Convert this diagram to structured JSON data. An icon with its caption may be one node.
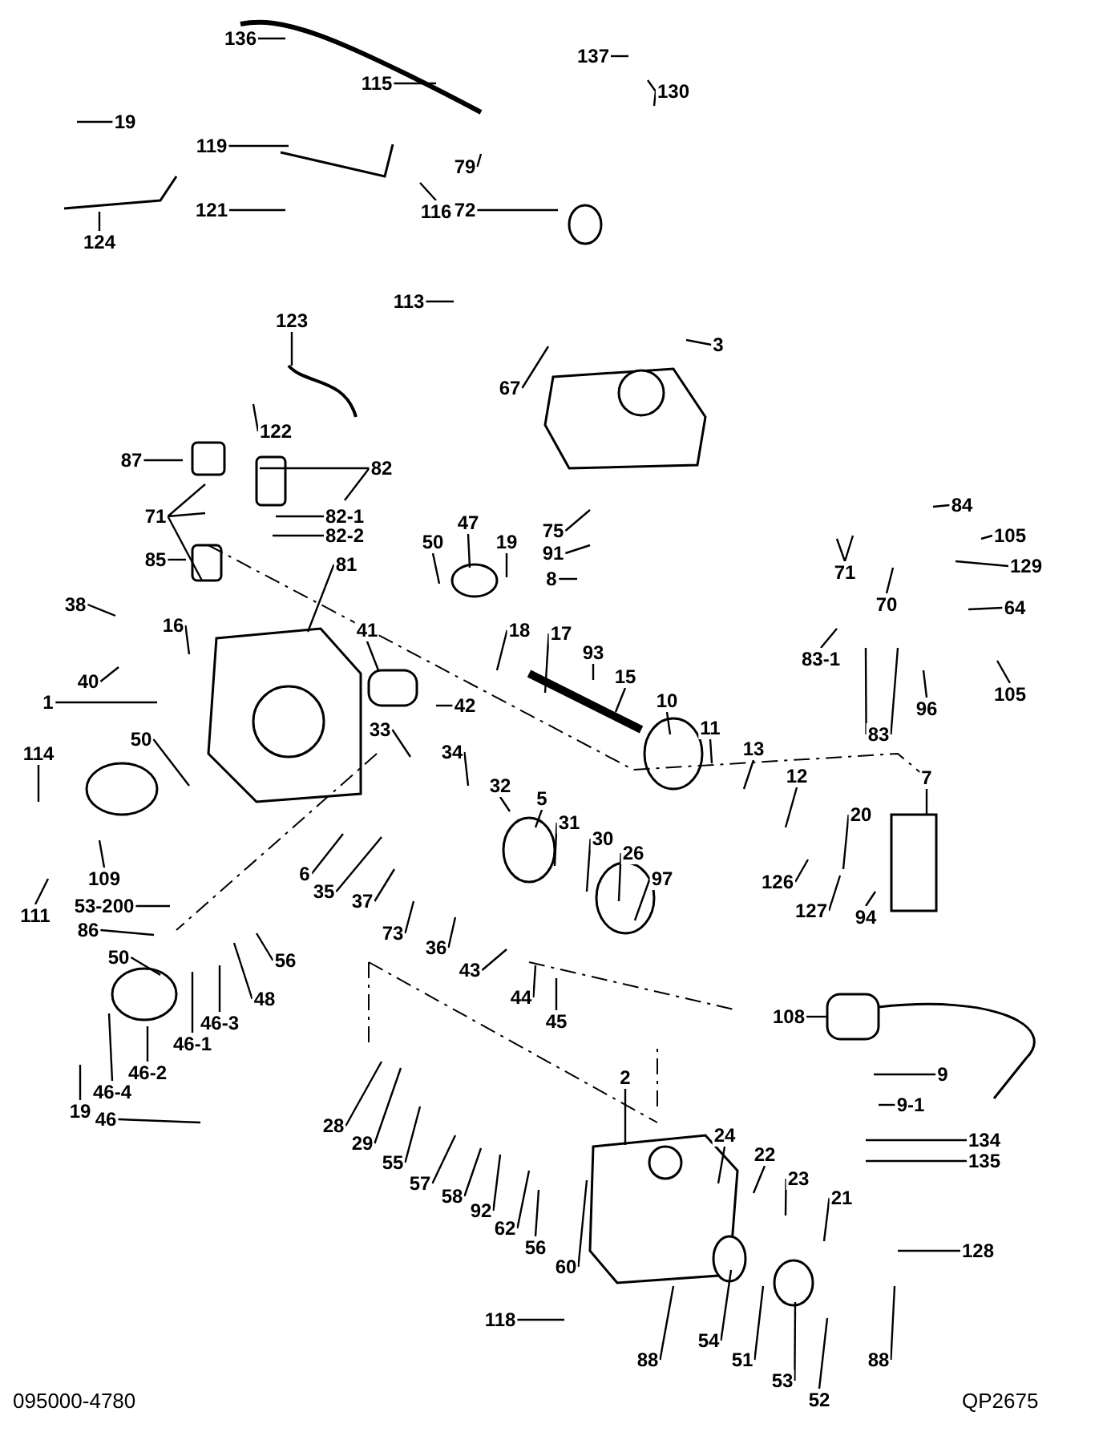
{
  "diagram": {
    "nodes": [
      {
        "text": [
          "136"
        ]
      },
      {
        "text": [
          "137"
        ]
      },
      {
        "text": [
          "115"
        ]
      },
      {
        "text": [
          "130"
        ]
      },
      {
        "text": [
          "19"
        ]
      },
      {
        "text": [
          "119"
        ]
      },
      {
        "text": [
          "79"
        ]
      },
      {
        "text": [
          "72"
        ]
      },
      {
        "text": [
          "121"
        ]
      },
      {
        "text": [
          "116"
        ]
      },
      {
        "text": [
          "124"
        ]
      },
      {
        "text": [
          "113"
        ]
      },
      {
        "text": [
          "3"
        ]
      },
      {
        "text": [
          "123"
        ]
      },
      {
        "text": [
          "67"
        ]
      },
      {
        "text": [
          "122"
        ]
      },
      {
        "text": [
          "87"
        ]
      },
      {
        "text": [
          "82"
        ]
      },
      {
        "text": [
          "82-1"
        ]
      },
      {
        "text": [
          "82-2"
        ]
      },
      {
        "text": [
          "71"
        ]
      },
      {
        "text": [
          "85"
        ]
      },
      {
        "text": [
          "84"
        ]
      },
      {
        "text": [
          "105"
        ]
      },
      {
        "text": [
          "75"
        ]
      },
      {
        "text": [
          "91"
        ]
      },
      {
        "text": [
          "19"
        ]
      },
      {
        "text": [
          "50"
        ]
      },
      {
        "text": [
          "47"
        ]
      },
      {
        "text": [
          "81"
        ]
      },
      {
        "text": [
          "71"
        ]
      },
      {
        "text": [
          "129"
        ]
      },
      {
        "text": [
          "70"
        ]
      },
      {
        "text": [
          "8"
        ]
      },
      {
        "text": [
          "38"
        ]
      },
      {
        "text": [
          "16"
        ]
      },
      {
        "text": [
          "18"
        ]
      },
      {
        "text": [
          "64"
        ]
      },
      {
        "text": [
          "17"
        ]
      },
      {
        "text": [
          "41"
        ]
      },
      {
        "text": [
          "40"
        ]
      },
      {
        "text": [
          "93"
        ]
      },
      {
        "text": [
          "15"
        ]
      },
      {
        "text": [
          "10"
        ]
      },
      {
        "text": [
          "83-1"
        ]
      },
      {
        "text": [
          "105"
        ]
      },
      {
        "text": [
          "96"
        ]
      },
      {
        "text": [
          "42"
        ]
      },
      {
        "text": [
          "1"
        ]
      },
      {
        "text": [
          "11"
        ]
      },
      {
        "text": [
          "13"
        ]
      },
      {
        "text": [
          "83"
        ]
      },
      {
        "text": [
          "7"
        ]
      },
      {
        "text": [
          "33"
        ]
      },
      {
        "text": [
          "114"
        ]
      },
      {
        "text": [
          "50"
        ]
      },
      {
        "text": [
          "34"
        ]
      },
      {
        "text": [
          "12"
        ]
      },
      {
        "text": [
          "32"
        ]
      },
      {
        "text": [
          "5"
        ]
      },
      {
        "text": [
          "20"
        ]
      },
      {
        "text": [
          "31"
        ]
      },
      {
        "text": [
          "30"
        ]
      },
      {
        "text": [
          "26"
        ]
      },
      {
        "text": [
          "97"
        ]
      },
      {
        "text": [
          "6"
        ]
      },
      {
        "text": [
          "35"
        ]
      },
      {
        "text": [
          "37"
        ]
      },
      {
        "text": [
          "109"
        ]
      },
      {
        "text": [
          "126"
        ]
      },
      {
        "text": [
          "127"
        ]
      },
      {
        "text": [
          "94"
        ]
      },
      {
        "text": [
          "111"
        ]
      },
      {
        "text": [
          "53-200"
        ]
      },
      {
        "text": [
          "73"
        ]
      },
      {
        "text": [
          "36"
        ]
      },
      {
        "text": [
          "86"
        ]
      },
      {
        "text": [
          "50"
        ]
      },
      {
        "text": [
          "56"
        ]
      },
      {
        "text": [
          "43"
        ]
      },
      {
        "text": [
          "44"
        ]
      },
      {
        "text": [
          "48"
        ]
      },
      {
        "text": [
          "46-3"
        ]
      },
      {
        "text": [
          "45"
        ]
      },
      {
        "text": [
          "108"
        ]
      },
      {
        "text": [
          "46-1"
        ]
      },
      {
        "text": [
          "46-2"
        ]
      },
      {
        "text": [
          "9"
        ]
      },
      {
        "text": [
          "9-1"
        ]
      },
      {
        "text": [
          "46-4"
        ]
      },
      {
        "text": [
          "46"
        ]
      },
      {
        "text": [
          "19"
        ]
      },
      {
        "text": [
          "28"
        ]
      },
      {
        "text": [
          "29"
        ]
      },
      {
        "text": [
          "55"
        ]
      },
      {
        "text": [
          "134"
        ]
      },
      {
        "text": [
          "135"
        ]
      },
      {
        "text": [
          "57"
        ]
      },
      {
        "text": [
          "58"
        ]
      },
      {
        "text": [
          "92"
        ]
      },
      {
        "text": [
          "2"
        ]
      },
      {
        "text": [
          "24"
        ]
      },
      {
        "text": [
          "22"
        ]
      },
      {
        "text": [
          "23"
        ]
      },
      {
        "text": [
          "21"
        ]
      },
      {
        "text": [
          "62"
        ]
      },
      {
        "text": [
          "56"
        ]
      },
      {
        "text": [
          "60"
        ]
      },
      {
        "text": [
          "128"
        ]
      },
      {
        "text": [
          "88"
        ]
      },
      {
        "text": [
          "54"
        ]
      },
      {
        "text": [
          "51"
        ]
      },
      {
        "text": [
          "53"
        ]
      },
      {
        "text": [
          "52"
        ]
      },
      {
        "text": [
          "88"
        ]
      },
      {
        "text": [
          "118"
        ]
      }
    ],
    "edges": [
      {
        "from": 0,
        "to": null,
        "arrow": "none"
      },
      {
        "from": 1,
        "to": null,
        "arrow": "none"
      },
      {
        "from": 2,
        "to": null,
        "arrow": "none"
      },
      {
        "from": 3,
        "to": null,
        "arrow": "none"
      },
      {
        "from": 4,
        "to": null,
        "arrow": "none"
      },
      {
        "from": 5,
        "to": null,
        "arrow": "none"
      },
      {
        "from": 6,
        "to": null,
        "arrow": "none"
      },
      {
        "from": 7,
        "to": null,
        "arrow": "none"
      },
      {
        "from": 8,
        "to": null,
        "arrow": "none"
      },
      {
        "from": 9,
        "to": null,
        "arrow": "none"
      },
      {
        "from": 10,
        "to": null,
        "arrow": "none"
      },
      {
        "from": 11,
        "to": null,
        "arrow": "none"
      },
      {
        "from": 12,
        "to": null,
        "arrow": "none"
      },
      {
        "from": 13,
        "to": null,
        "arrow": "none"
      },
      {
        "from": 14,
        "to": null,
        "arrow": "none"
      },
      {
        "from": 15,
        "to": null,
        "arrow": "none"
      },
      {
        "from": 16,
        "to": null,
        "arrow": "none"
      },
      {
        "from": 17,
        "to": null,
        "arrow": "none"
      },
      {
        "from": 18,
        "to": null,
        "arrow": "none"
      },
      {
        "from": 19,
        "to": null,
        "arrow": "none"
      },
      {
        "from": 20,
        "to": null,
        "arrow": "none"
      },
      {
        "from": 21,
        "to": null,
        "arrow": "none"
      },
      {
        "from": 22,
        "to": null,
        "arrow": "none"
      },
      {
        "from": 23,
        "to": null,
        "arrow": "none"
      },
      {
        "from": 24,
        "to": null,
        "arrow": "none"
      },
      {
        "from": 25,
        "to": null,
        "arrow": "none"
      },
      {
        "from": 26,
        "to": null,
        "arrow": "none"
      },
      {
        "from": 27,
        "to": null,
        "arrow": "none"
      },
      {
        "from": 28,
        "to": null,
        "arrow": "none"
      },
      {
        "from": 29,
        "to": null,
        "arrow": "none"
      },
      {
        "from": 30,
        "to": null,
        "arrow": "none"
      },
      {
        "from": 31,
        "to": null,
        "arrow": "none"
      },
      {
        "from": 32,
        "to": null,
        "arrow": "none"
      },
      {
        "from": 33,
        "to": null,
        "arrow": "none"
      },
      {
        "from": 34,
        "to": null,
        "arrow": "none"
      },
      {
        "from": 35,
        "to": null,
        "arrow": "none"
      },
      {
        "from": 36,
        "to": null,
        "arrow": "none"
      },
      {
        "from": 37,
        "to": null,
        "arrow": "none"
      },
      {
        "from": 38,
        "to": null,
        "arrow": "none"
      },
      {
        "from": 39,
        "to": null,
        "arrow": "none"
      },
      {
        "from": 40,
        "to": null,
        "arrow": "none"
      },
      {
        "from": 41,
        "to": null,
        "arrow": "none"
      },
      {
        "from": 42,
        "to": null,
        "arrow": "none"
      },
      {
        "from": 43,
        "to": null,
        "arrow": "none"
      },
      {
        "from": 44,
        "to": null,
        "arrow": "none"
      },
      {
        "from": 45,
        "to": null,
        "arrow": "none"
      },
      {
        "from": 46,
        "to": null,
        "arrow": "none"
      },
      {
        "from": 47,
        "to": null,
        "arrow": "none"
      },
      {
        "from": 48,
        "to": null,
        "arrow": "none"
      },
      {
        "from": 49,
        "to": null,
        "arrow": "none"
      },
      {
        "from": 50,
        "to": null,
        "arrow": "none"
      },
      {
        "from": 51,
        "to": null,
        "arrow": "none"
      },
      {
        "from": 52,
        "to": null,
        "arrow": "none"
      },
      {
        "from": 53,
        "to": null,
        "arrow": "none"
      },
      {
        "from": 54,
        "to": null,
        "arrow": "none"
      },
      {
        "from": 55,
        "to": null,
        "arrow": "none"
      },
      {
        "from": 56,
        "to": null,
        "arrow": "none"
      },
      {
        "from": 57,
        "to": null,
        "arrow": "none"
      },
      {
        "from": 58,
        "to": null,
        "arrow": "none"
      },
      {
        "from": 59,
        "to": null,
        "arrow": "none"
      },
      {
        "from": 60,
        "to": null,
        "arrow": "none"
      },
      {
        "from": 61,
        "to": null,
        "arrow": "none"
      },
      {
        "from": 62,
        "to": null,
        "arrow": "none"
      },
      {
        "from": 63,
        "to": null,
        "arrow": "none"
      },
      {
        "from": 64,
        "to": null,
        "arrow": "none"
      },
      {
        "from": 65,
        "to": null,
        "arrow": "none"
      },
      {
        "from": 66,
        "to": null,
        "arrow": "none"
      },
      {
        "from": 67,
        "to": null,
        "arrow": "none"
      },
      {
        "from": 68,
        "to": null,
        "arrow": "none"
      },
      {
        "from": 69,
        "to": null,
        "arrow": "none"
      },
      {
        "from": 70,
        "to": null,
        "arrow": "none"
      },
      {
        "from": 71,
        "to": null,
        "arrow": "none"
      },
      {
        "from": 72,
        "to": null,
        "arrow": "none"
      },
      {
        "from": 73,
        "to": null,
        "arrow": "none"
      },
      {
        "from": 74,
        "to": null,
        "arrow": "none"
      },
      {
        "from": 75,
        "to": null,
        "arrow": "none"
      },
      {
        "from": 76,
        "to": null,
        "arrow": "none"
      },
      {
        "from": 77,
        "to": null,
        "arrow": "none"
      },
      {
        "from": 78,
        "to": null,
        "arrow": "none"
      },
      {
        "from": 79,
        "to": null,
        "arrow": "none"
      },
      {
        "from": 80,
        "to": null,
        "arrow": "none"
      },
      {
        "from": 81,
        "to": null,
        "arrow": "none"
      },
      {
        "from": 82,
        "to": null,
        "arrow": "none"
      },
      {
        "from": 83,
        "to": null,
        "arrow": "none"
      },
      {
        "from": 84,
        "to": null,
        "arrow": "none"
      },
      {
        "from": 85,
        "to": null,
        "arrow": "none"
      },
      {
        "from": 86,
        "to": null,
        "arrow": "none"
      },
      {
        "from": 87,
        "to": null,
        "arrow": "none"
      },
      {
        "from": 88,
        "to": null,
        "arrow": "none"
      },
      {
        "from": 89,
        "to": null,
        "arrow": "none"
      },
      {
        "from": 90,
        "to": null,
        "arrow": "none"
      },
      {
        "from": 91,
        "to": null,
        "arrow": "none"
      },
      {
        "from": 92,
        "to": null,
        "arrow": "none"
      },
      {
        "from": 93,
        "to": null,
        "arrow": "none"
      },
      {
        "from": 94,
        "to": null,
        "arrow": "none"
      },
      {
        "from": 95,
        "to": null,
        "arrow": "none"
      },
      {
        "from": 96,
        "to": null,
        "arrow": "none"
      },
      {
        "from": 97,
        "to": null,
        "arrow": "none"
      },
      {
        "from": 98,
        "to": null,
        "arrow": "none"
      },
      {
        "from": 99,
        "to": null,
        "arrow": "none"
      },
      {
        "from": 100,
        "to": null,
        "arrow": "none"
      },
      {
        "from": 101,
        "to": null,
        "arrow": "none"
      },
      {
        "from": 102,
        "to": null,
        "arrow": "none"
      },
      {
        "from": 103,
        "to": null,
        "arrow": "none"
      },
      {
        "from": 104,
        "to": null,
        "arrow": "none"
      },
      {
        "from": 105,
        "to": null,
        "arrow": "none"
      },
      {
        "from": 106,
        "to": null,
        "arrow": "none"
      },
      {
        "from": 107,
        "to": null,
        "arrow": "none"
      },
      {
        "from": 108,
        "to": null,
        "arrow": "none"
      },
      {
        "from": 109,
        "to": null,
        "arrow": "none"
      },
      {
        "from": 110,
        "to": null,
        "arrow": "none"
      },
      {
        "from": 111,
        "to": null,
        "arrow": "none"
      },
      {
        "from": 112,
        "to": null,
        "arrow": "none"
      },
      {
        "from": 113,
        "to": null,
        "arrow": "none"
      },
      {
        "from": 114,
        "to": null,
        "arrow": "none"
      },
      {
        "from": 115,
        "to": null,
        "arrow": "none"
      }
    ],
    "labels": [
      "095000-4780",
      "QP2675"
    ]
  }
}
